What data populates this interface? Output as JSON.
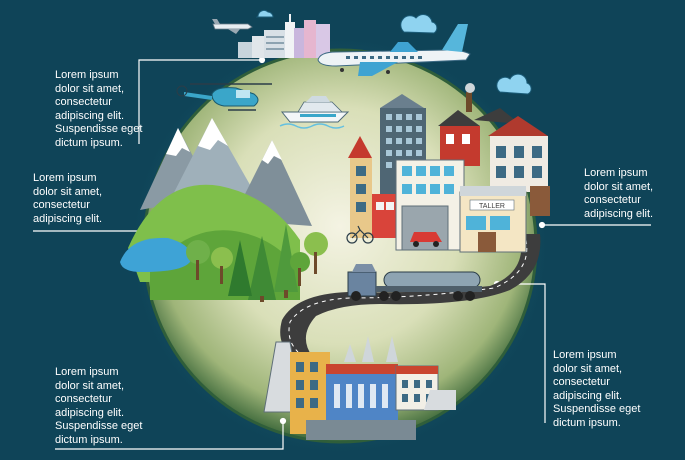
{
  "callouts": {
    "top_left": "Lorem ipsum\ndolor sit amet,\nconsectetur\nadipiscing elit.\nSuspendisse eget\ndictum ipsum.",
    "middle_left": "Lorem ipsum\ndolor sit amet,\nconsectetur\nadipiscing elit.",
    "middle_right": "Lorem ipsum\ndolor sit amet,\nconsectetur\nadipiscing elit.",
    "bottom_right": "Lorem ipsum\ndolor sit amet,\nconsectetur\nadipiscing elit.\nSuspendisse eget\ndictum ipsum.",
    "bottom_left": "Lorem ipsum\ndolor sit amet,\nconsectetur\nadipiscing elit.\nSuspendisse eget\ndictum ipsum."
  },
  "shop_sign": "TALLER",
  "colors": {
    "background": "#0f4458",
    "globe": "#cfd9a8",
    "road": "#3d3d3d",
    "water": "#3ea3d6",
    "accent_red": "#c43a2e"
  },
  "icons": [
    "airplane-icon",
    "helicopter-icon",
    "yacht-icon",
    "truck-icon",
    "car-icon",
    "cloud-icon",
    "factory-icon"
  ]
}
